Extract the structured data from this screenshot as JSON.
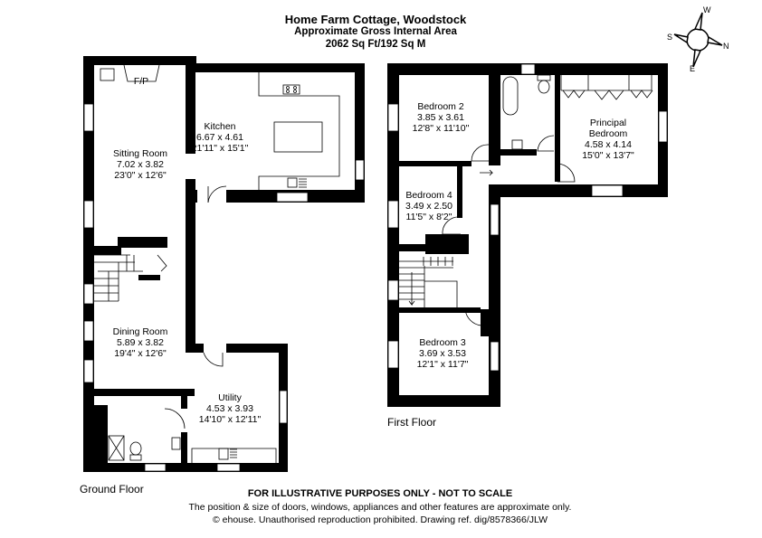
{
  "header": {
    "title": "Home Farm Cottage, Woodstock",
    "subtitle": "Approximate Gross Internal Area",
    "area": "2062 Sq Ft/192 Sq M"
  },
  "compass": {
    "w": "W",
    "s": "S",
    "n": "N",
    "e": "E"
  },
  "ground_floor": {
    "label": "Ground Floor",
    "fireplace": "F/P",
    "rooms": [
      {
        "name": "Kitchen",
        "metric": "6.67 x 4.61",
        "imperial": "21'11\" x 15'1\""
      },
      {
        "name": "Sitting Room",
        "metric": "7.02 x 3.82",
        "imperial": "23'0\" x 12'6\""
      },
      {
        "name": "Dining Room",
        "metric": "5.89 x 3.82",
        "imperial": "19'4\" x 12'6\""
      },
      {
        "name": "Utility",
        "metric": "4.53 x 3.93",
        "imperial": "14'10\" x 12'11\""
      }
    ]
  },
  "first_floor": {
    "label": "First Floor",
    "rooms": [
      {
        "name": "Bedroom 2",
        "metric": "3.85 x 3.61",
        "imperial": "12'8\" x 11'10\""
      },
      {
        "name": "Principal",
        "name2": "Bedroom",
        "metric": "4.58 x 4.14",
        "imperial": "15'0\" x 13'7\""
      },
      {
        "name": "Bedroom 4",
        "metric": "3.49 x 2.50",
        "imperial": "11'5\" x 8'2\""
      },
      {
        "name": "Bedroom 3",
        "metric": "3.69 x 3.53",
        "imperial": "12'1\" x 11'7\""
      }
    ]
  },
  "footer": {
    "disclaimer": "FOR ILLUSTRATIVE PURPOSES ONLY - NOT TO SCALE",
    "note": "The position & size of doors, windows, appliances and other features are approximate only.",
    "copyright": "© ehouse. Unauthorised reproduction prohibited. Drawing ref. dig/8578366/JLW"
  }
}
